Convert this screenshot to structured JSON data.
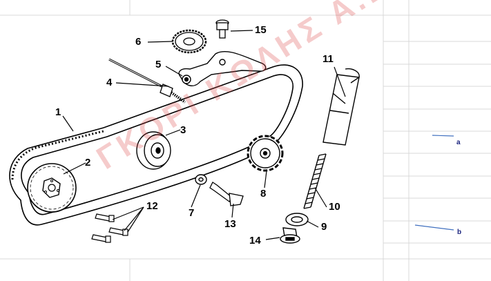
{
  "document": {
    "callouts": [
      "1",
      "2",
      "3",
      "4",
      "5",
      "6",
      "7",
      "8",
      "9",
      "10",
      "11",
      "12",
      "13",
      "14",
      "15"
    ],
    "markers": {
      "a": "a",
      "b": "b"
    },
    "watermark_text": "ΓΚΟΡΙ ΚΩΛΗΣ Α.Ε."
  },
  "colors": {
    "line": "#000000",
    "grid": "#d9d9d9",
    "marker_line": "#3f6fbf",
    "watermark": "#dc4646"
  }
}
